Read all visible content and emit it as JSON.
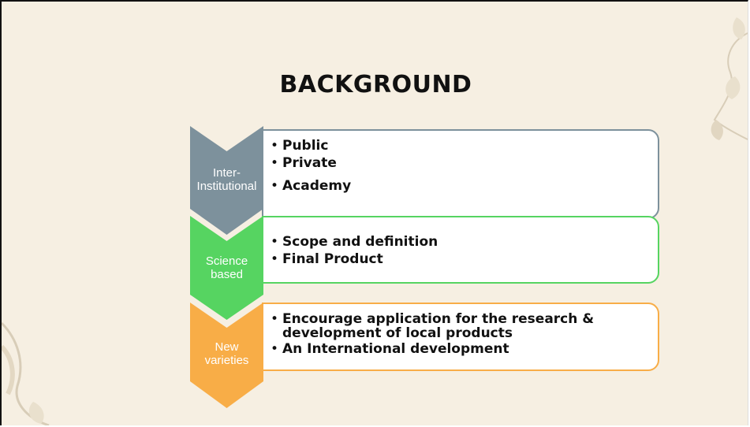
{
  "slide": {
    "title": "BACKGROUND"
  },
  "rows": [
    {
      "label_line1": "Inter-",
      "label_line2": "Institutional",
      "color": "#7d919c",
      "items": [
        "Public",
        "Private",
        "Academy"
      ]
    },
    {
      "label_line1": "Science",
      "label_line2": "based",
      "color": "#56d461",
      "items": [
        "Scope and definition",
        "Final Product"
      ]
    },
    {
      "label_line1": "New",
      "label_line2": "varieties",
      "color": "#f8ad47",
      "items": [
        "Encourage application for the research  & development of local products",
        "An International development"
      ]
    }
  ],
  "decor": {
    "background_color": "#f6efe2",
    "ornament_icon": "floral-ornament-icon"
  }
}
